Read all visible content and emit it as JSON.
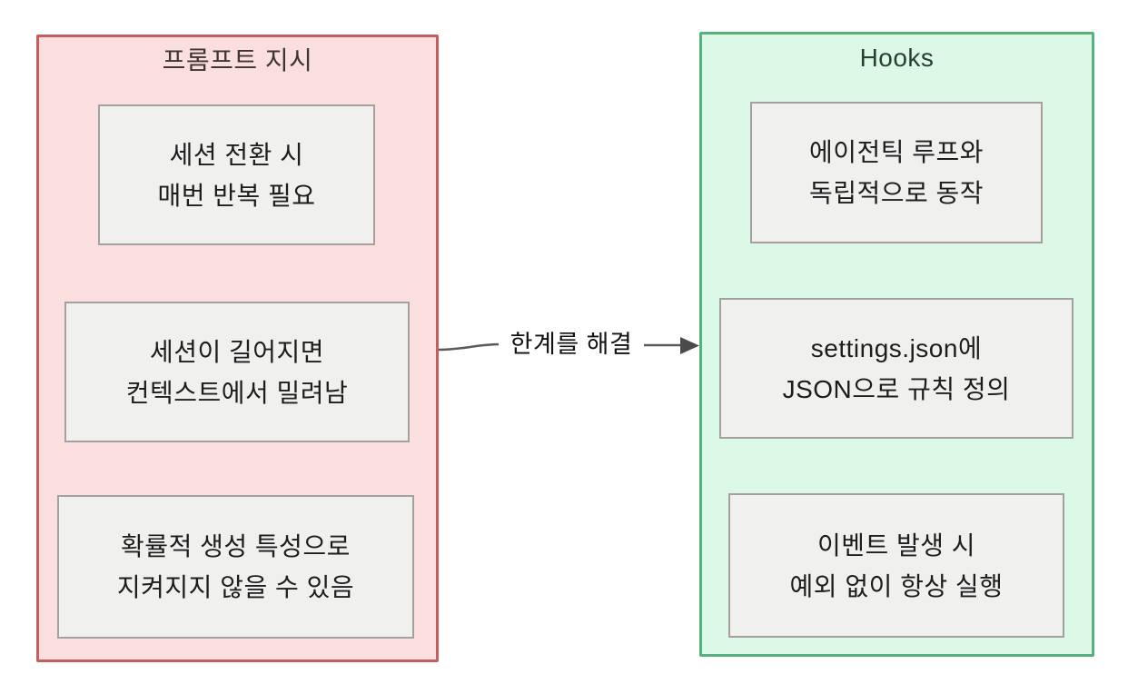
{
  "diagram": {
    "connector": {
      "label": "한계를 해결",
      "line_color": "#5a5a5a",
      "arrowhead_color": "#4a4a4a"
    },
    "left_group": {
      "title": "프롬프트 지시",
      "fill": "#fbdfdf",
      "stroke": "#c55f5f",
      "title_color": "#3f3532",
      "nodes": [
        {
          "line1": "세션 전환 시",
          "line2": "매번 반복 필요"
        },
        {
          "line1": "세션이 길어지면",
          "line2": "컨텍스트에서 밀려남"
        },
        {
          "line1": "확률적 생성 특성으로",
          "line2": "지켜지지 않을 수 있음"
        }
      ]
    },
    "right_group": {
      "title": "Hooks",
      "fill": "#dcf9e8",
      "stroke": "#55b27d",
      "title_color": "#27402f",
      "nodes": [
        {
          "line1": "에이전틱 루프와",
          "line2": "독립적으로 동작"
        },
        {
          "line1": "settings.json에",
          "line2": "JSON으로 규칙 정의"
        },
        {
          "line1": "이벤트 발생 시",
          "line2": "예외 없이 항상 실행"
        }
      ]
    },
    "node_style": {
      "fill": "#f0f0ee",
      "stroke": "#a3a09d",
      "text_color": "#1d1d1d"
    }
  }
}
